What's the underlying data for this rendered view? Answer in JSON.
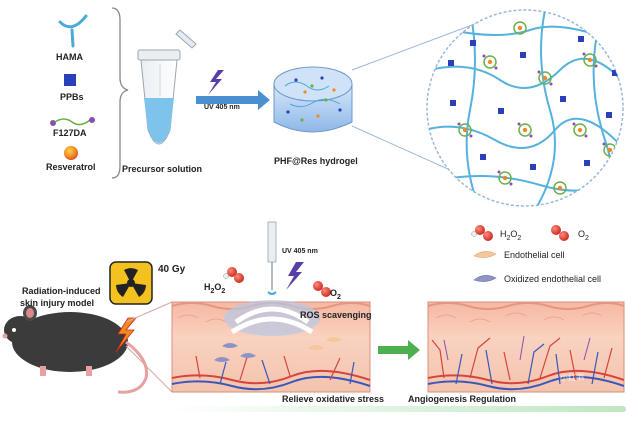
{
  "legend_top": {
    "hama": "HAMA",
    "ppbs": "PPBs",
    "f127da": "F127DA",
    "resveratrol": "Resveratrol"
  },
  "precursor_label": "Precursor solution",
  "uv_label_top": "UV 405 nm",
  "hydrogel_label": "PHF@Res hydrogel",
  "model": {
    "dose": "40 Gy",
    "title_line1": "Radiation-induced",
    "title_line2": "skin injury model"
  },
  "uv_label_bottom": "UV 405 nm",
  "h2o2_label": "H",
  "h2o2_sub1": "2",
  "h2o2_mid": "O",
  "h2o2_sub2": "2",
  "o2_label": "O",
  "o2_sub": "2",
  "ros_label": "ROS scavenging",
  "legend_bottom": {
    "h2o2_text": "H",
    "h2o2_s1": "2",
    "h2o2_o": "O",
    "h2o2_s2": "2",
    "o2_text": "O",
    "o2_s": "2",
    "endothelial": "Endothelial cell",
    "oxidized": "Oxidized endothelial cell"
  },
  "relieve_label": "Relieve oxidative stress",
  "angio_label": "Angiogenesis Regulation",
  "watermark_right": "小红书",
  "colors": {
    "hama_blue": "#4aa9d6",
    "ppbs_blue": "#2a3fb8",
    "f127_green": "#6ab04c",
    "res_orange": "#f08a24",
    "arrow_blue": "#4a8fd0",
    "arrow_green": "#4caf50",
    "uv_purple": "#5b3fa8",
    "skin_pink": "#f7c8b4",
    "vessel_red": "#d8433a"
  }
}
